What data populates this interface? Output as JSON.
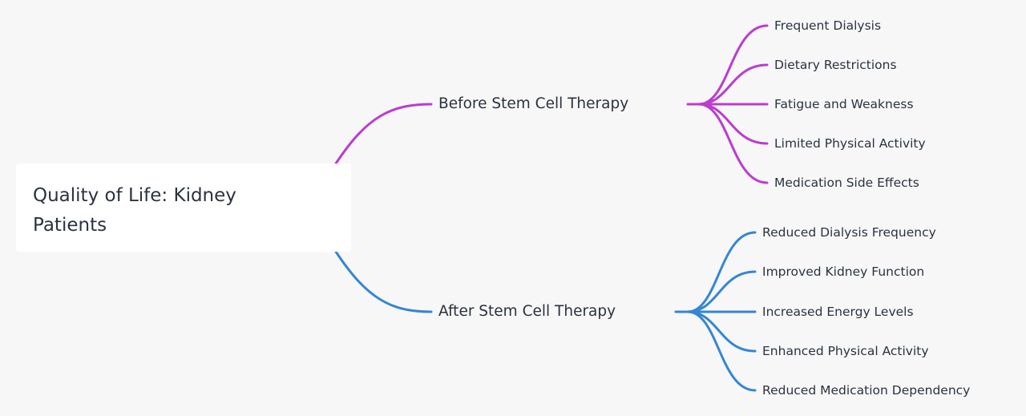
{
  "root": {
    "title": "Quality of Life: Kidney Patients"
  },
  "branches": [
    {
      "label": "Before Stem Cell Therapy",
      "color": "#bb3ccf",
      "children": [
        "Frequent Dialysis",
        "Dietary Restrictions",
        "Fatigue and Weakness",
        "Limited Physical Activity",
        "Medication Side Effects"
      ]
    },
    {
      "label": "After Stem Cell Therapy",
      "color": "#3586d4",
      "children": [
        "Reduced Dialysis Frequency",
        "Improved Kidney Function",
        "Increased Energy Levels",
        "Enhanced Physical Activity",
        "Reduced Medication Dependency"
      ]
    }
  ]
}
